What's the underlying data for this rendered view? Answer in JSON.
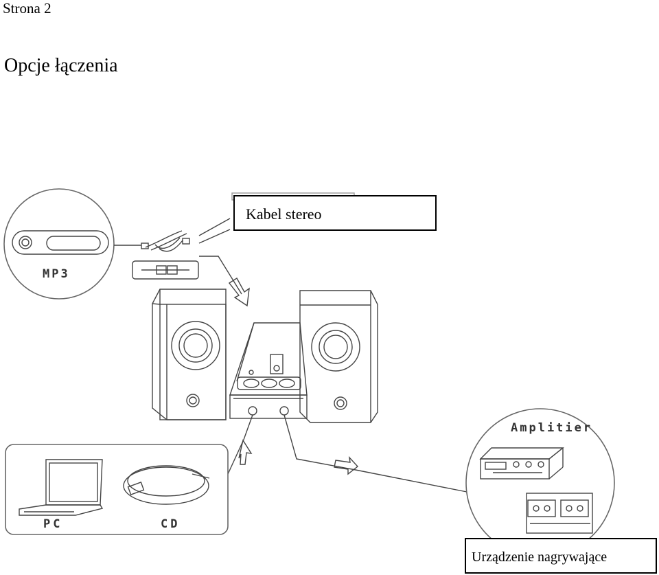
{
  "page": {
    "label": "Strona 2"
  },
  "heading": "Opcje łączenia",
  "labels": {
    "mp3": "MP3",
    "pc": "PC",
    "cd": "CD",
    "amplifier": "Amplitier"
  },
  "callouts": {
    "cable": "Kabel stereo",
    "recorder": "Urządzenie nagrywające"
  }
}
